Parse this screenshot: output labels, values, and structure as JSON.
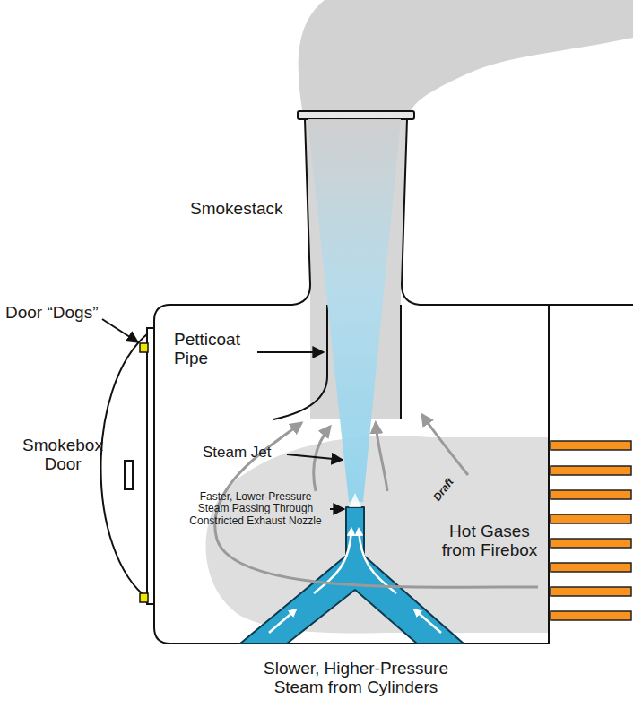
{
  "diagram": {
    "labels": [
      "Smokestack",
      "Door “Dogs”",
      "Petticoat Pipe",
      "Smokebox Door",
      "Steam Jet",
      "Faster, Lower-Pressure Steam Passing Through Constricted Exhaust Nozzle",
      "Draft",
      "Hot Gases from Firebox",
      "Slower, Higher-Pressure Steam from Cylinders"
    ]
  }
}
